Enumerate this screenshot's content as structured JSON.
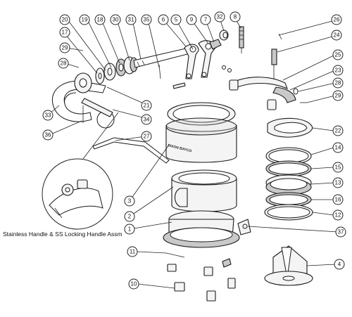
{
  "diagram": {
    "caption": "Stainless Handle & SS Locking Handle Assm",
    "brand_text": "DIXON BAYCO",
    "callouts": [
      "20",
      "19",
      "18",
      "30",
      "31",
      "35",
      "6",
      "5",
      "9",
      "7",
      "32",
      "8",
      "26",
      "24",
      "17",
      "29",
      "28",
      "25",
      "23",
      "28",
      "29",
      "21",
      "34",
      "33",
      "36",
      "27",
      "22",
      "14",
      "15",
      "13",
      "16",
      "12",
      "3",
      "2",
      "1",
      "37",
      "11",
      "10",
      "4"
    ]
  }
}
